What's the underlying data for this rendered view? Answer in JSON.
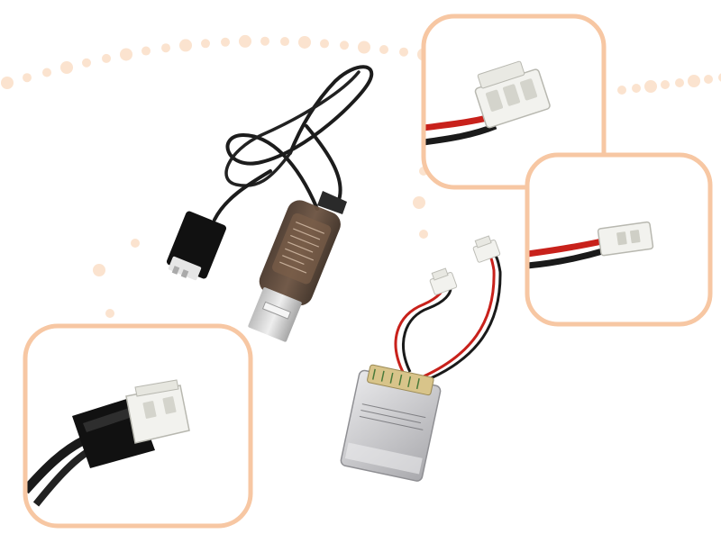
{
  "colors": {
    "background": "#ffffff",
    "frame_border": "#f7c7a3",
    "dots": "#fbe3cf",
    "cable": "#1c1c1c",
    "usb_housing": "#5a4434",
    "usb_plug": "#d4d4d4",
    "connector_white": "#f2f2ee",
    "wire_red": "#c8211b",
    "battery_silver": "#cfcfd2"
  },
  "icons": {
    "charger": "usb-charger-icon",
    "battery": "lipo-battery-icon",
    "connector": "jst-connector-icon"
  },
  "product_parts": [
    "usb-charging-cable",
    "lipo-battery",
    "connector-closeup-top",
    "connector-closeup-right",
    "connector-closeup-bottom-left"
  ]
}
